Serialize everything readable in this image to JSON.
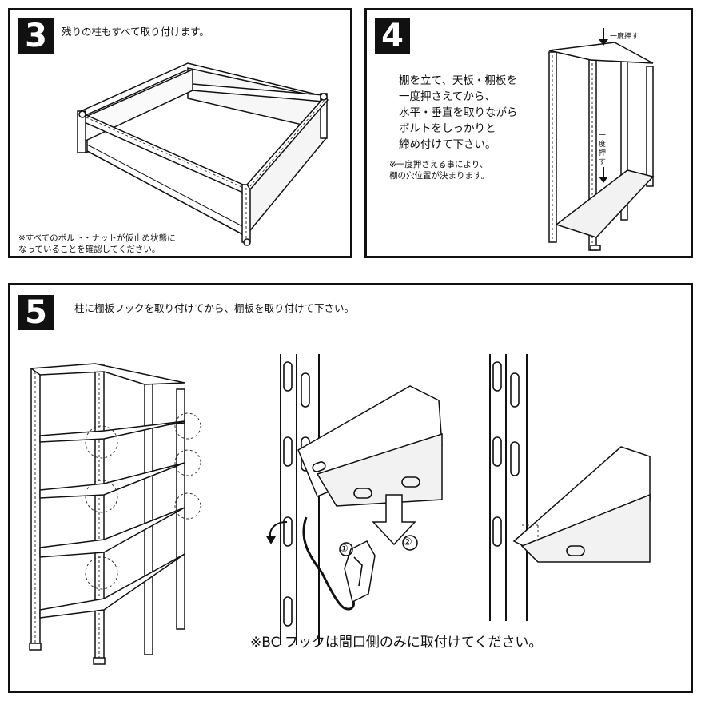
{
  "step3": {
    "number": "3",
    "instruction": "残りの柱もすべて取り付けます。",
    "note": "※すべてのボルト・ナットが仮止め状態に\nなっていることを確認してください。"
  },
  "step4": {
    "number": "4",
    "instruction": "棚を立て、天板・棚板を\n一度押さえてから、\n水平・垂直を取りながら\nボルトをしっかりと\n締め付けて下さい。",
    "note": "※一度押さえる事により、\n棚の穴位置が決まります。",
    "top_label": "一度押す",
    "side_label": "一度押す"
  },
  "step5": {
    "number": "5",
    "instruction": "柱に棚板フックを取り付けてから、棚板を取り付けて下さい。",
    "marker_1": "①",
    "marker_2": "②",
    "footnote": "※BC フックは間口側のみに取付けてください。"
  }
}
